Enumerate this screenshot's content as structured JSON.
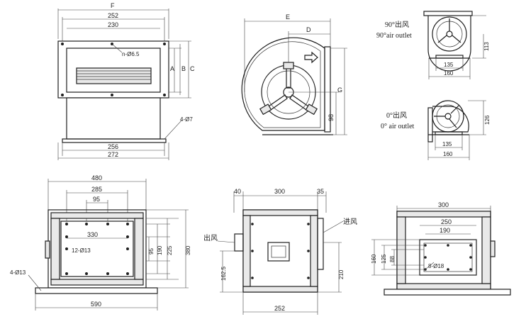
{
  "views": {
    "top_left": {
      "label_f": "F",
      "dim_252": "252",
      "dim_230": "230",
      "hole_note": "n-Ø6.5",
      "label_a": "A",
      "label_b": "B",
      "label_c": "C",
      "corner_note": "4-Ø7",
      "dim_256": "256",
      "dim_272": "272"
    },
    "top_mid": {
      "label_e": "E",
      "label_d": "D",
      "label_g": "G",
      "dim_98": "98"
    },
    "top_right": {
      "outlet90_cn": "90°出风",
      "outlet90_en": "90°air outlet",
      "dim_113": "113",
      "dim_135a": "135",
      "dim_160a": "160",
      "outlet0_cn": "0°出风",
      "outlet0_en": "0° air outlet",
      "dim_126": "126",
      "dim_135b": "135",
      "dim_160b": "160"
    },
    "bottom_left": {
      "dim_480": "480",
      "dim_285": "285",
      "dim_95": "95",
      "dim_330": "330",
      "hole_note": "12-Ø13",
      "dim_95v": "95",
      "dim_190": "190",
      "dim_225": "225",
      "dim_380": "380",
      "corner_note": "4-Ø13",
      "dim_590": "590"
    },
    "bottom_mid": {
      "dim_40": "40",
      "dim_300": "300",
      "dim_35": "35",
      "outlet_cn": "出风",
      "inlet_cn": "进风",
      "dim_1625": "162.5",
      "dim_210": "210",
      "dim_252": "252"
    },
    "bottom_right": {
      "dim_300": "300",
      "dim_250": "250",
      "dim_190": "190",
      "dim_160": "160",
      "dim_125": "125",
      "dim_88": "88",
      "hole_note": "8-Ø18"
    }
  }
}
